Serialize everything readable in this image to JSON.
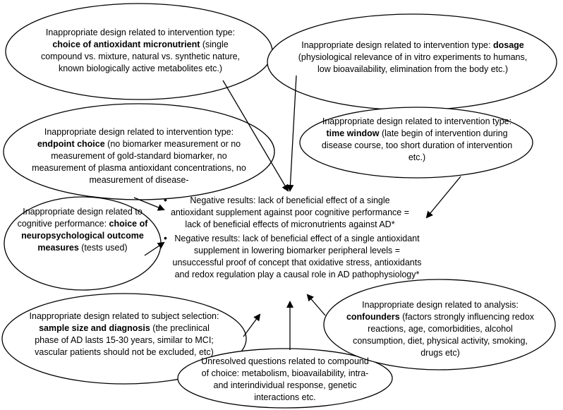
{
  "colors": {
    "stroke": "#000000",
    "background": "#ffffff",
    "text": "#000000"
  },
  "nodes": {
    "antioxidant": {
      "pre": "Inappropriate design related to intervention type: ",
      "bold": "choice of antioxidant micronutrient",
      "post": " (single compound vs. mixture, natural vs. synthetic nature, known biologically active metabolites etc.)"
    },
    "dosage": {
      "pre": "Inappropriate design related to intervention type: ",
      "bold": "dosage",
      "post": " (physiological relevance of in vitro experiments to humans, low bioavailability, elimination from the body etc.)"
    },
    "endpoint": {
      "pre": "Inappropriate design related to intervention type: ",
      "bold": "endpoint choice",
      "post": " (no biomarker measurement or no measurement of gold-standard biomarker, no measurement of plasma antioxidant concentrations, no measurement of disease-"
    },
    "time_window": {
      "pre": "Inappropriate design related to intervention type: ",
      "bold": "time window",
      "post": " (late begin of intervention during disease course, too short duration of intervention etc.)"
    },
    "cognitive": {
      "pre": "Inappropriate design related to cognitive performance: ",
      "bold": "choice of neuropsychological outcome measures",
      "post": " (tests used)"
    },
    "sample": {
      "pre": "Inappropriate design related to subject selection: ",
      "bold": "sample size and diagnosis",
      "post": " (the preclinical phase of AD lasts 15-30 years, similar to MCI; vascular patients should not be excluded, etc)"
    },
    "unresolved": {
      "pre": "Unresolved questions related to compound of choice: metabolism, bioavailability, intra- and interindividual response, genetic interactions etc.",
      "bold": "",
      "post": ""
    },
    "confounders": {
      "pre": "Inappropriate design related to analysis: ",
      "bold": "confounders",
      "post": " (factors strongly influencing redox reactions, age, comorbidities, alcohol consumption, diet, physical activity, smoking, drugs etc)"
    }
  },
  "center": {
    "bullet": "•",
    "result1": "Negative results: lack of beneficial effect of a single antioxidant supplement against poor cognitive performance = lack of beneficial effects of micronutrients against AD*",
    "result2": "Negative results: lack of beneficial effect of a single antioxidant supplement in lowering biomarker peripheral levels = unsuccessful proof of concept that oxidative stress, antioxidants and redox regulation play a causal role in AD pathophysiology*"
  }
}
